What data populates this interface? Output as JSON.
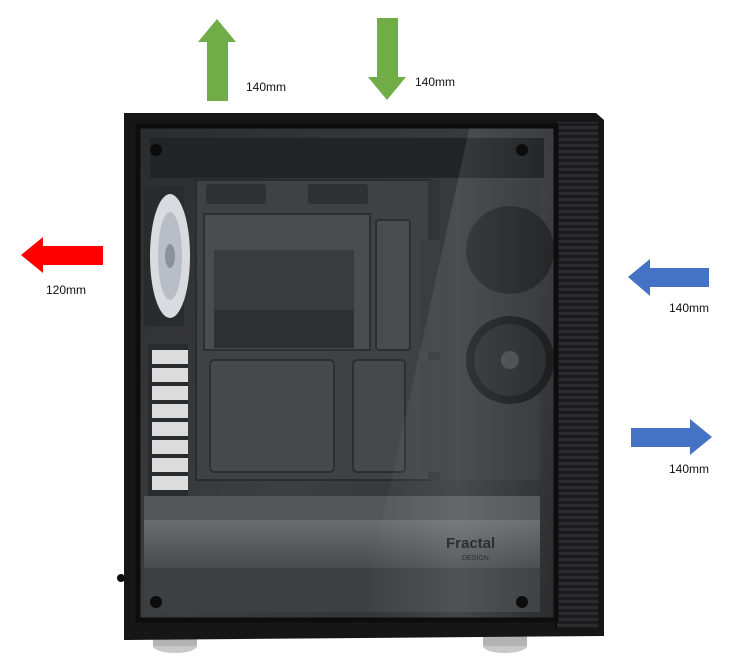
{
  "airflow": {
    "top_exhaust": {
      "label": "140mm",
      "color": "#70ad47",
      "direction": "up"
    },
    "top_intake": {
      "label": "140mm",
      "color": "#70ad47",
      "direction": "down"
    },
    "rear_exhaust": {
      "label": "120mm",
      "color": "#ff0000",
      "direction": "left"
    },
    "front_intake_upper": {
      "label": "140mm",
      "color": "#4472c4",
      "direction": "left"
    },
    "front_intake_lower": {
      "label": "140mm",
      "color": "#4472c4",
      "direction": "right"
    }
  },
  "case": {
    "brand_mark": "Fractal",
    "brand_sub": "DESIGN",
    "panel_color": "#1a1a1a",
    "interior_color": "#3a3b3d"
  }
}
